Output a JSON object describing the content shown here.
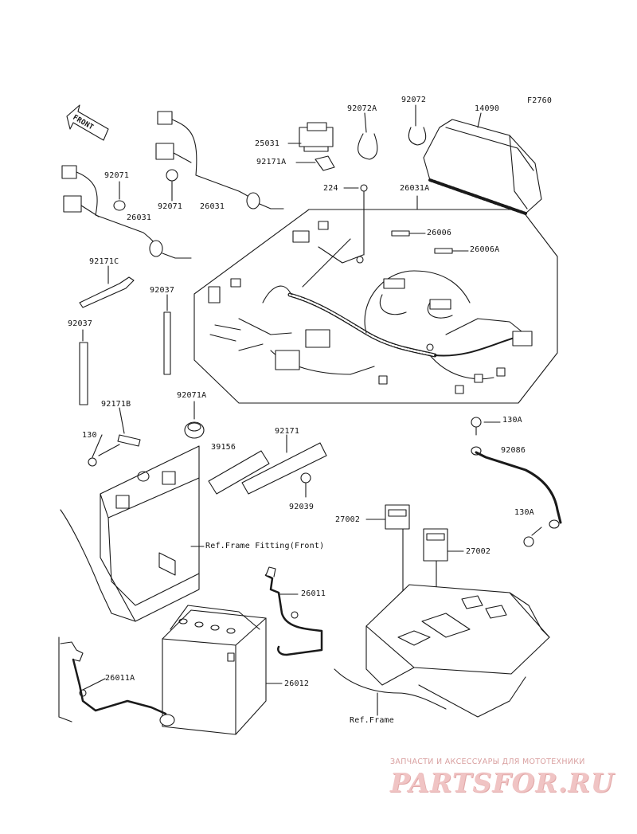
{
  "figure_code": "F2760",
  "front_arrow": "FRONT",
  "parts": {
    "p14090": "14090",
    "p92072": "92072",
    "p92072A": "92072A",
    "p25031": "25031",
    "p92171A": "92171A",
    "p224": "224",
    "p26031A": "26031A",
    "p26006": "26006",
    "p26006A": "26006A",
    "p92071_a": "92071",
    "p92071_b": "92071",
    "p26031_a": "26031",
    "p26031_b": "26031",
    "p92171C": "92171C",
    "p92037_a": "92037",
    "p92037_b": "92037",
    "p92171B": "92171B",
    "p92071A": "92071A",
    "p130": "130",
    "p39156": "39156",
    "p92171": "92171",
    "p92039": "92039",
    "p130A_a": "130A",
    "p92086": "92086",
    "p130A_b": "130A",
    "p27002_a": "27002",
    "p27002_b": "27002",
    "p26011": "26011",
    "p26012": "26012",
    "p26011A": "26011A"
  },
  "refs": {
    "frame_fitting": "Ref.Frame Fitting(Front)",
    "frame": "Ref.Frame"
  },
  "watermark": {
    "tagline": "ЗАПЧАСТИ И АКСЕССУАРЫ ДЛЯ МОТОТЕХНИКИ",
    "logo": "PARTSFOR.RU"
  }
}
